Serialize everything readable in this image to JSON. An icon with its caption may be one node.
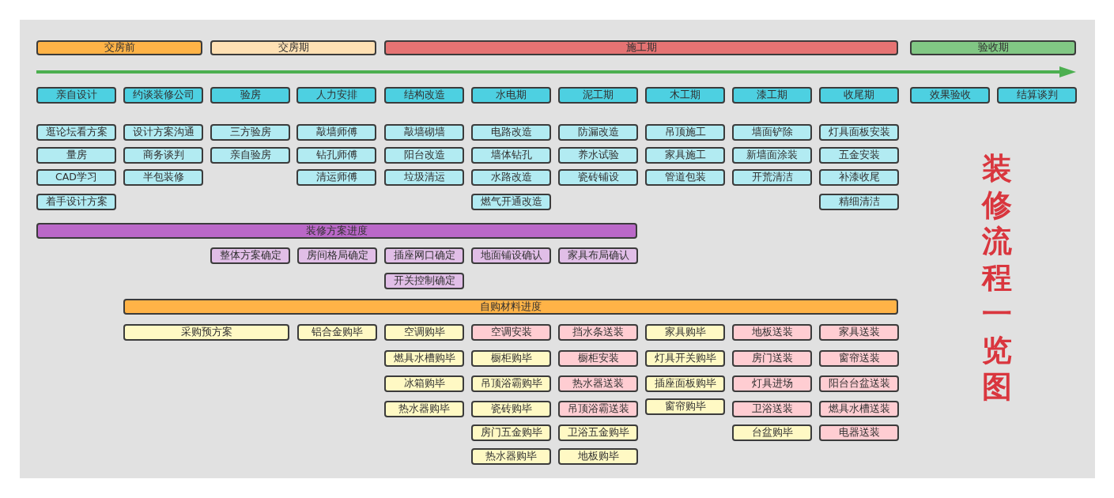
{
  "diagram": {
    "title": "装修流程一览图",
    "nodes": [
      {
        "text": [
          "交房前"
        ]
      },
      {
        "text": [
          "交房期"
        ]
      },
      {
        "text": [
          "施工期"
        ]
      },
      {
        "text": [
          "验收期"
        ]
      },
      {
        "text": [
          "亲自设计"
        ]
      },
      {
        "text": [
          "约谈装修公司"
        ]
      },
      {
        "text": [
          "验房"
        ]
      },
      {
        "text": [
          "人力安排"
        ]
      },
      {
        "text": [
          "结构改造"
        ]
      },
      {
        "text": [
          "水电期"
        ]
      },
      {
        "text": [
          "泥工期"
        ]
      },
      {
        "text": [
          "木工期"
        ]
      },
      {
        "text": [
          "漆工期"
        ]
      },
      {
        "text": [
          "收尾期"
        ]
      },
      {
        "text": [
          "效果验收"
        ]
      },
      {
        "text": [
          "结算谈判"
        ]
      },
      {
        "text": [
          "逛论坛看方案"
        ]
      },
      {
        "text": [
          "设计方案沟通"
        ]
      },
      {
        "text": [
          "三方验房"
        ]
      },
      {
        "text": [
          "敲墙师傅"
        ]
      },
      {
        "text": [
          "敲墙砌墙"
        ]
      },
      {
        "text": [
          "电路改造"
        ]
      },
      {
        "text": [
          "防漏改造"
        ]
      },
      {
        "text": [
          "吊顶施工"
        ]
      },
      {
        "text": [
          "墙面铲除"
        ]
      },
      {
        "text": [
          "灯具面板安装"
        ]
      },
      {
        "text": [
          "量房"
        ]
      },
      {
        "text": [
          "商务谈判"
        ]
      },
      {
        "text": [
          "亲自验房"
        ]
      },
      {
        "text": [
          "钻孔师傅"
        ]
      },
      {
        "text": [
          "阳台改造"
        ]
      },
      {
        "text": [
          "墙体钻孔"
        ]
      },
      {
        "text": [
          "养水试验"
        ]
      },
      {
        "text": [
          "家具施工"
        ]
      },
      {
        "text": [
          "新墙面涂装"
        ]
      },
      {
        "text": [
          "五金安装"
        ]
      },
      {
        "text": [
          "CAD学习"
        ]
      },
      {
        "text": [
          "半包装修"
        ]
      },
      {
        "text": [
          "清运师傅"
        ]
      },
      {
        "text": [
          "垃圾清运"
        ]
      },
      {
        "text": [
          "水路改造"
        ]
      },
      {
        "text": [
          "瓷砖铺设"
        ]
      },
      {
        "text": [
          "管道包装"
        ]
      },
      {
        "text": [
          "开荒清洁"
        ]
      },
      {
        "text": [
          "补漆收尾"
        ]
      },
      {
        "text": [
          "着手设计方案"
        ]
      },
      {
        "text": [
          "燃气开通改造"
        ]
      },
      {
        "text": [
          "精细清洁"
        ]
      },
      {
        "text": [
          "装修方案进度"
        ]
      },
      {
        "text": [
          "整体方案确定"
        ]
      },
      {
        "text": [
          "房间格局确定"
        ]
      },
      {
        "text": [
          "插座网口确定"
        ]
      },
      {
        "text": [
          "地面铺设确认"
        ]
      },
      {
        "text": [
          "家具布局确认"
        ]
      },
      {
        "text": [
          "开关控制确定"
        ]
      },
      {
        "text": [
          "自购材料进度"
        ]
      },
      {
        "text": [
          "采购预方案"
        ]
      },
      {
        "text": [
          "铝合金购毕"
        ]
      },
      {
        "text": [
          "空调购毕"
        ]
      },
      {
        "text": [
          "空调安装"
        ]
      },
      {
        "text": [
          "挡水条送装"
        ]
      },
      {
        "text": [
          "家具购毕"
        ]
      },
      {
        "text": [
          "地板送装"
        ]
      },
      {
        "text": [
          "家具送装"
        ]
      },
      {
        "text": [
          "燃具水槽购毕"
        ]
      },
      {
        "text": [
          "橱柜购毕"
        ]
      },
      {
        "text": [
          "橱柜安装"
        ]
      },
      {
        "text": [
          "灯具开关购毕"
        ]
      },
      {
        "text": [
          "房门送装"
        ]
      },
      {
        "text": [
          "窗帘送装"
        ]
      },
      {
        "text": [
          "冰箱购毕"
        ]
      },
      {
        "text": [
          "吊顶浴霸购毕"
        ]
      },
      {
        "text": [
          "热水器送装"
        ]
      },
      {
        "text": [
          "插座面板购毕"
        ]
      },
      {
        "text": [
          "灯具进场"
        ]
      },
      {
        "text": [
          "阳台台盆送装"
        ]
      },
      {
        "text": [
          "热水器购毕"
        ]
      },
      {
        "text": [
          "瓷砖购毕"
        ]
      },
      {
        "text": [
          "吊顶浴霸送装"
        ]
      },
      {
        "text": [
          "窗帘购毕"
        ]
      },
      {
        "text": [
          "卫浴送装"
        ]
      },
      {
        "text": [
          "燃具水槽送装"
        ]
      },
      {
        "text": [
          "房门五金购毕"
        ]
      },
      {
        "text": [
          "卫浴五金购毕"
        ]
      },
      {
        "text": [
          "台盆购毕"
        ]
      },
      {
        "text": [
          "电器送装"
        ]
      },
      {
        "text": [
          "热水器购毕"
        ]
      },
      {
        "text": [
          "地板购毕"
        ]
      }
    ]
  }
}
